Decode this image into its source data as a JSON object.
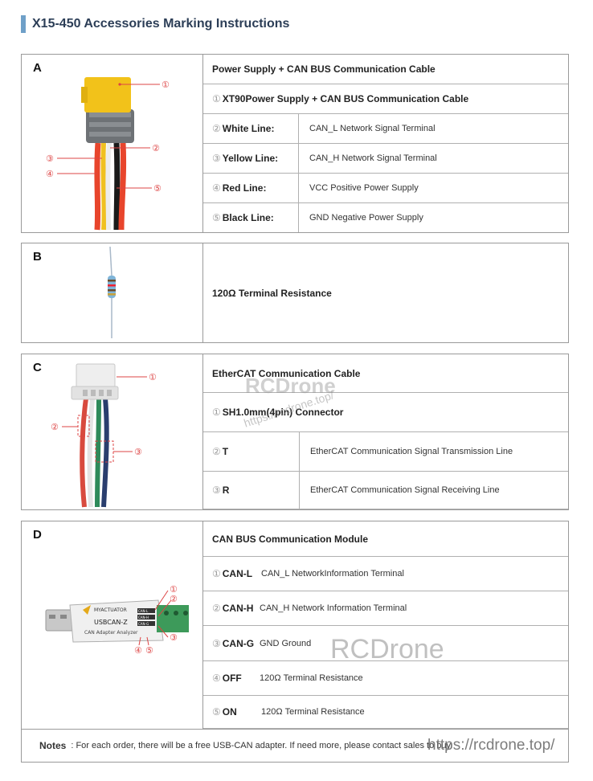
{
  "title": "X15-450 Accessories Marking Instructions",
  "sections": {
    "a": {
      "letter": "A",
      "heading": "Power Supply + CAN BUS Communication Cable",
      "connector": {
        "num": "①",
        "text": "XT90Power Supply + CAN BUS Communication Cable"
      },
      "rows": [
        {
          "num": "②",
          "label": "White Line",
          "colon": ":",
          "desc": "CAN_L Network Signal Terminal"
        },
        {
          "num": "③",
          "label": "Yellow Line",
          "colon": ":",
          "desc": "CAN_H Network Signal Terminal"
        },
        {
          "num": "④",
          "label": "Red Line",
          "colon": ":",
          "desc": "VCC Positive Power Supply"
        },
        {
          "num": "⑤",
          "label": "Black Line",
          "colon": ":",
          "desc": "GND Negative Power Supply"
        }
      ],
      "callouts": [
        "①",
        "②",
        "③",
        "④",
        "⑤"
      ]
    },
    "b": {
      "letter": "B",
      "heading": "120Ω Terminal Resistance"
    },
    "c": {
      "letter": "C",
      "heading": "EtherCAT Communication Cable",
      "connector": {
        "num": "①",
        "text": "SH1.0mm(4pin) Connector"
      },
      "rows": [
        {
          "num": "②",
          "label": "T",
          "desc": "EtherCAT Communication Signal Transmission Line"
        },
        {
          "num": "③",
          "label": "R",
          "desc": "EtherCAT Communication Signal Receiving Line"
        }
      ],
      "callouts": [
        "①",
        "②",
        "③"
      ],
      "watermark": "RCDrone",
      "watermark_url": "https://rcdrone.top/"
    },
    "d": {
      "letter": "D",
      "heading": "CAN BUS Communication Module",
      "rows": [
        {
          "num": "①",
          "label": "CAN-L",
          "desc": "CAN_L NetworkInformation Terminal"
        },
        {
          "num": "②",
          "label": "CAN-H",
          "desc": "CAN_H Network Information Terminal"
        },
        {
          "num": "③",
          "label": "CAN-G",
          "desc": "GND Ground"
        },
        {
          "num": "④",
          "label": "OFF",
          "desc": "120Ω Terminal Resistance"
        },
        {
          "num": "⑤",
          "label": "ON",
          "desc": "120Ω Terminal Resistance"
        }
      ],
      "device": {
        "brand": "MYACTUATOR",
        "model": "USBCAN-Z",
        "subtitle": "CAN Adapter Analyzer",
        "pin1": "CAN-L",
        "pin2": "CAN-H",
        "pin3": "CAN-G"
      },
      "callouts": [
        "①",
        "②",
        "③",
        "④",
        "⑤"
      ],
      "watermark": "RCDrone"
    }
  },
  "notes": {
    "label": "Notes",
    "text": ": For each order, there will be a free USB-CAN adapter. If need more, please contact sales to buy."
  },
  "footer_url": "https://rcdrone.top/"
}
